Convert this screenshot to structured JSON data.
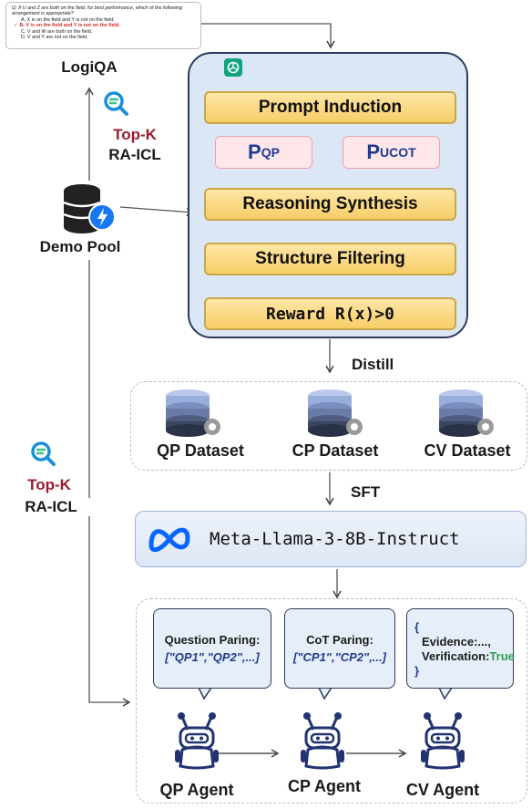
{
  "question_card": {
    "question": "Q: If U and Z are both on the field, for best performance, which of the following arrangement is appropriate?",
    "options": [
      "A. X is on the field and Y is not on the field.",
      "B. V is on the field and Y is not on the field.",
      "C. V and W are both on the field.",
      "D. V and Y are not on the field."
    ],
    "correct_mark": "✓"
  },
  "logiqa_label": "LogiQA",
  "topk_label": "Top-K",
  "raicl_label": "RA-ICL",
  "demo_pool_label": "Demo Pool",
  "pipeline": {
    "prompt_induction": "Prompt Induction",
    "p_qp_main": "P",
    "p_qp_sub": "QP",
    "p_ucot_main": "P",
    "p_ucot_sub": "UCOT",
    "reasoning_synthesis": "Reasoning Synthesis",
    "structure_filtering": "Structure Filtering",
    "reward": "Reward R(x)>0"
  },
  "distill_label": "Distill",
  "datasets": [
    "QP Dataset",
    "CP Dataset",
    "CV Dataset"
  ],
  "sft_label": "SFT",
  "model_name": "Meta-Llama-3-8B-Instruct",
  "bubbles": {
    "qp_title": "Question Paring:",
    "qp_value": "[\"QP1\",\"QP2\",...]",
    "cp_title": "CoT Paring:",
    "cp_value": "[\"CP1\",\"CP2\",...]",
    "cv_open": "{",
    "cv_evidence": "Evidence:...,",
    "cv_verification": "Verification:",
    "cv_true": "True",
    "cv_close": "}"
  },
  "agents": [
    "QP Agent",
    "CP Agent",
    "CV Agent"
  ],
  "colors": {
    "accent_red": "#9b1c2e",
    "step_fill": "#f7cd68",
    "panel_fill": "#dce7f6",
    "true_green": "#2e9e4f",
    "meta_blue": "#0866ff"
  }
}
